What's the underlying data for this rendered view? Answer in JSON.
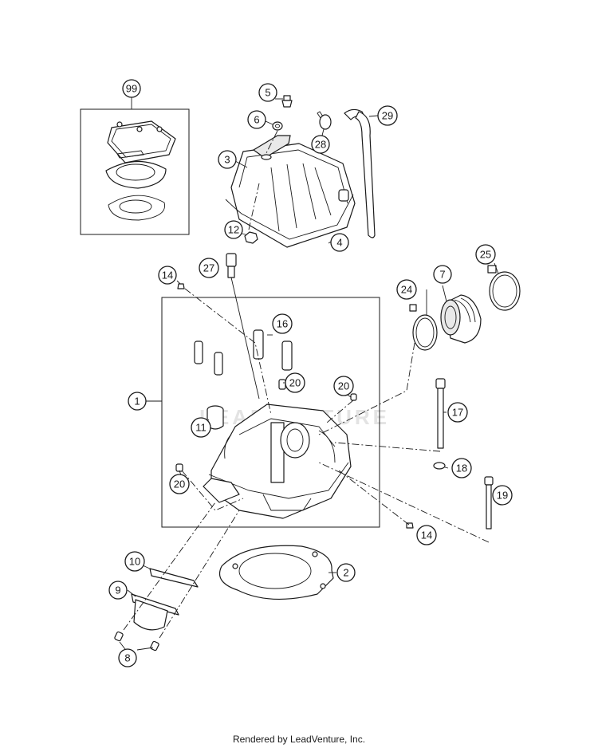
{
  "footer": {
    "text": "Rendered by LeadVenture, Inc."
  },
  "watermark": {
    "text": "LEADVENTURE"
  },
  "callouts": [
    "99",
    "5",
    "6",
    "29",
    "3",
    "28",
    "12",
    "4",
    "27",
    "14",
    "24",
    "7",
    "25",
    "16",
    "20",
    "20",
    "1",
    "17",
    "11",
    "18",
    "20",
    "19",
    "14",
    "10",
    "2",
    "9",
    "8"
  ],
  "colors": {
    "line": "#1a1a1a",
    "background": "#ffffff",
    "watermark": "#e3e3e3"
  }
}
